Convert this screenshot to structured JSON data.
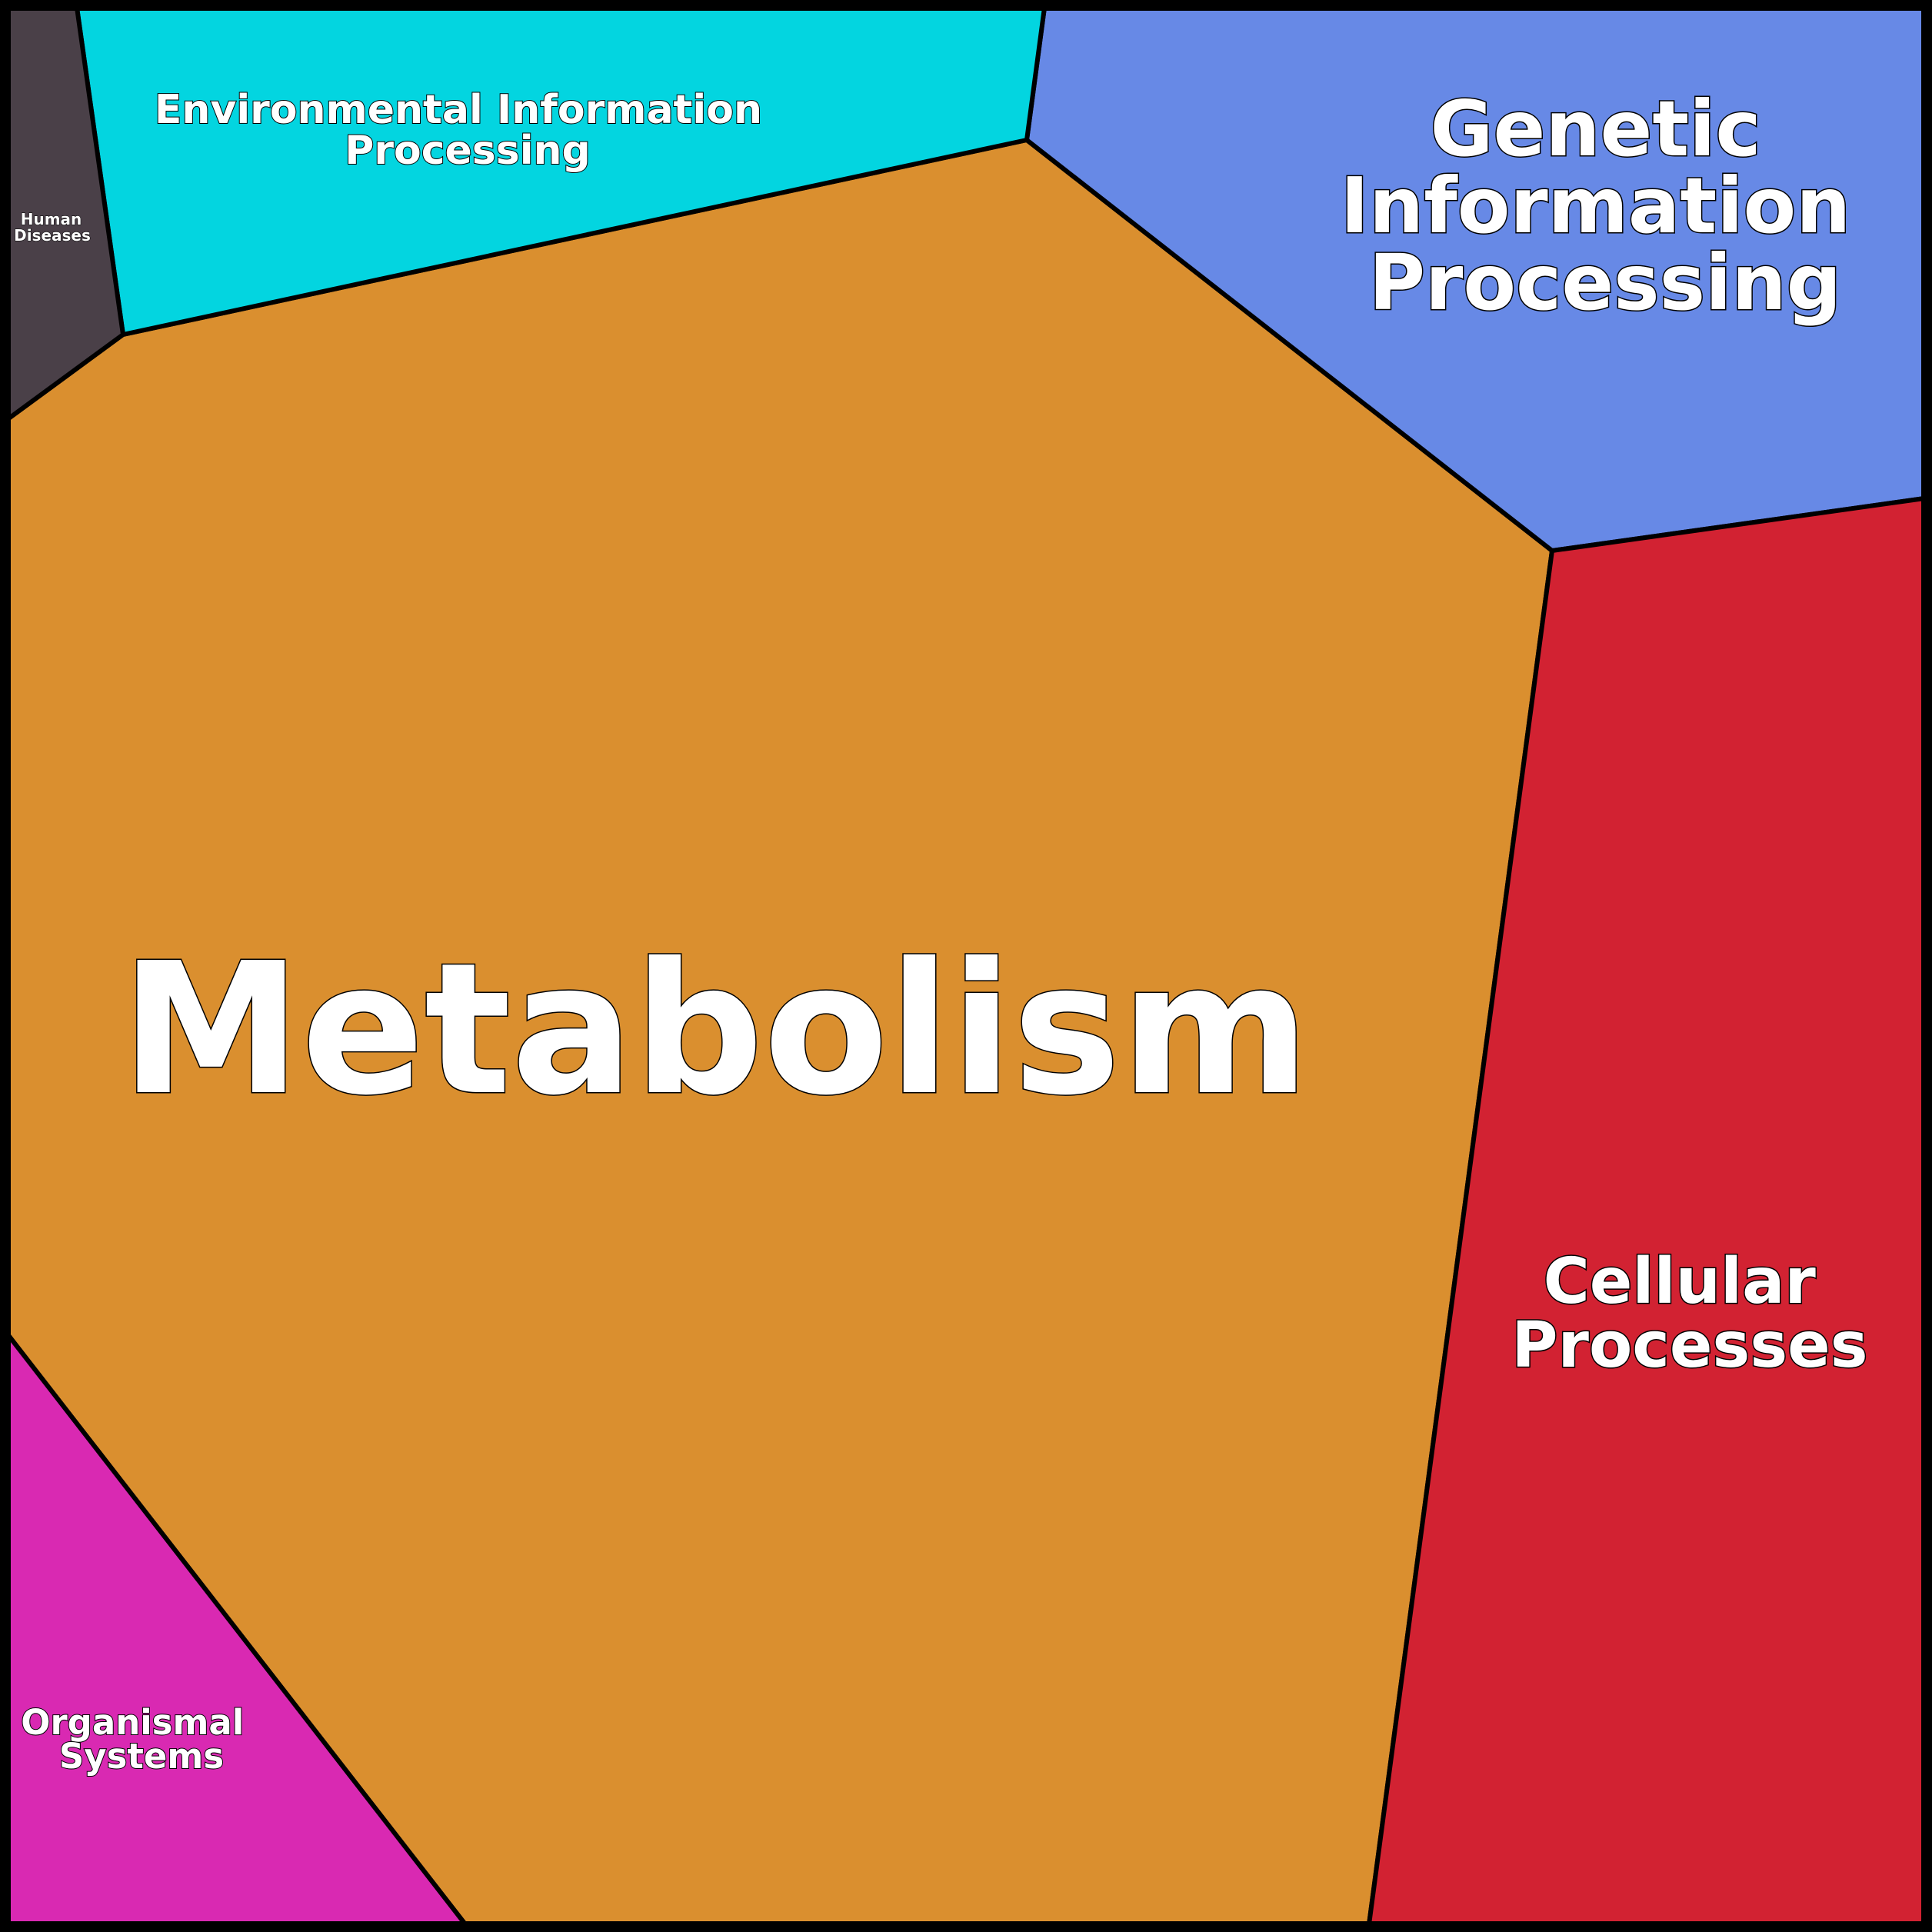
{
  "diagram": {
    "type": "voronoi-treemap",
    "cells": [
      {
        "id": "metabolism",
        "lines": [
          "Metabolism"
        ],
        "color": "#DA8F2F"
      },
      {
        "id": "genetic-information-processing",
        "lines": [
          "Genetic",
          "Information",
          "Processing"
        ],
        "color": "#6789E6"
      },
      {
        "id": "environmental-information-processing",
        "lines": [
          "Environmental Information",
          "Processing"
        ],
        "color": "#03D5E0"
      },
      {
        "id": "cellular-processes",
        "lines": [
          "Cellular",
          "Processes"
        ],
        "color": "#D22232"
      },
      {
        "id": "organismal-systems",
        "lines": [
          "Organismal",
          "Systems"
        ],
        "color": "#D929B2"
      },
      {
        "id": "human-diseases",
        "lines": [
          "Human",
          "Diseases"
        ],
        "color": "#4A4048"
      }
    ]
  }
}
